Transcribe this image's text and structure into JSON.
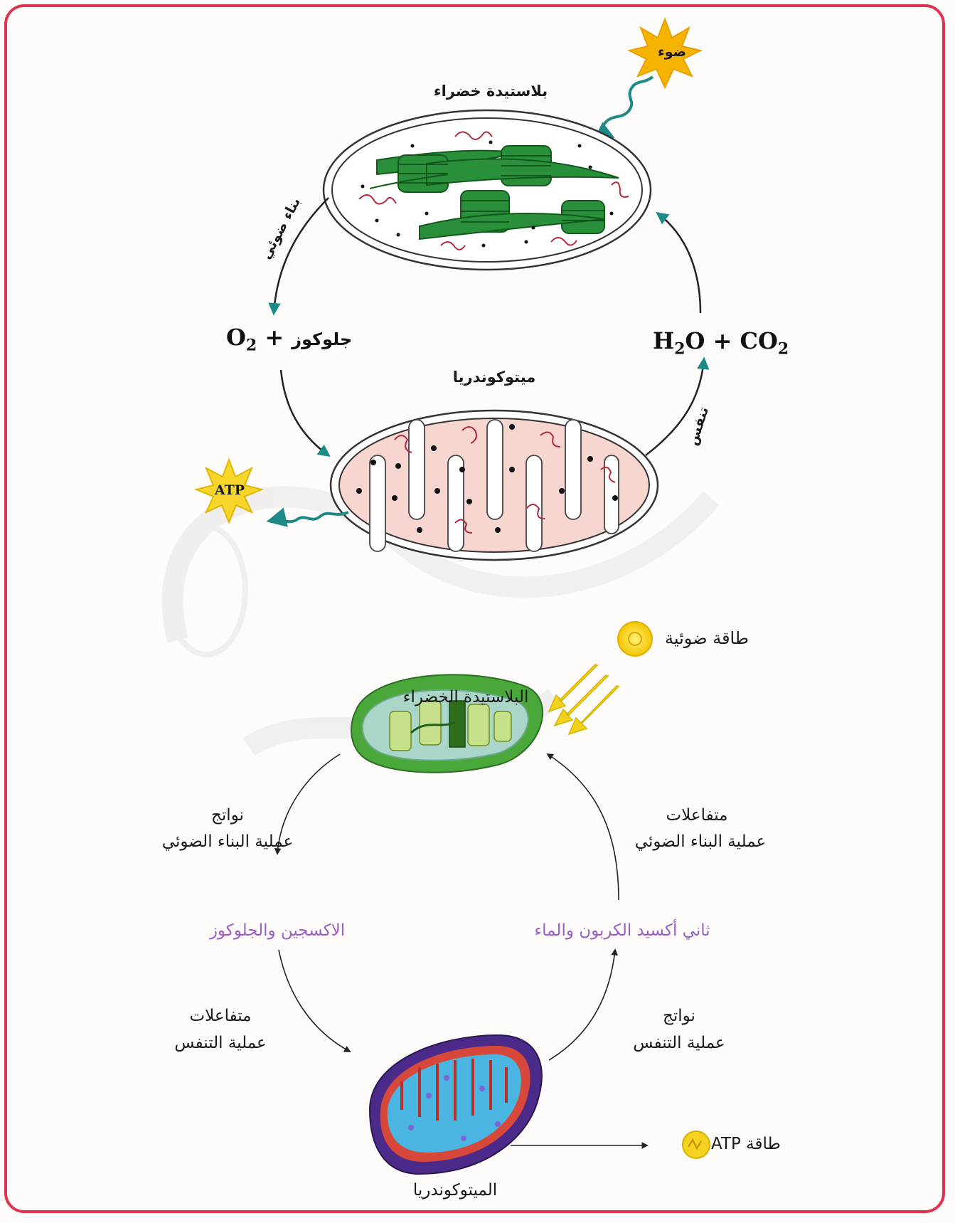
{
  "top_cycle": {
    "light": "ضوء",
    "chloroplast_title": "بلاستيدة خضراء",
    "photosynthesis_arrow": "بناء ضوئي",
    "respiration_arrow": "تنفس",
    "glucose_o2": "جلوكوز",
    "plus": "+",
    "o2": {
      "base": "O",
      "sub": "2"
    },
    "h2o_co2": {
      "h": "H",
      "h_sub": "2",
      "o": "O",
      "co": "CO",
      "co_sub": "2"
    },
    "mitochondria_title": "ميتوكوندريا",
    "atp": "ATP"
  },
  "bottom_cycle": {
    "light_energy": "طاقة ضوئية",
    "chloroplast_title": "البلاستيدة الخضراء",
    "left_upper_line1": "نواتج",
    "left_upper_line2": "عملية البناء الضوئي",
    "right_upper_line1": "متفاعلات",
    "right_upper_line2": "عملية البناء الضوئي",
    "left_middle": "الاكسجين والجلوكوز",
    "right_middle": "ثاني أكسيد الكربون والماء",
    "left_lower_line1": "متفاعلات",
    "left_lower_line2": "عملية التنفس",
    "right_lower_line1": "نواتج",
    "right_lower_line2": "عملية التنفس",
    "mitochondria_title": "الميتوكوندريا",
    "atp_energy": "طاقة ATP"
  },
  "colors": {
    "frame": "#e2334e",
    "teal_arrow": "#1d8a88",
    "chloroplast_green": "#2e9b3b",
    "mito_fill": "#f6d6cf",
    "sun_yellow": "#f4d21f",
    "purple_text": "#9a5fc4"
  }
}
